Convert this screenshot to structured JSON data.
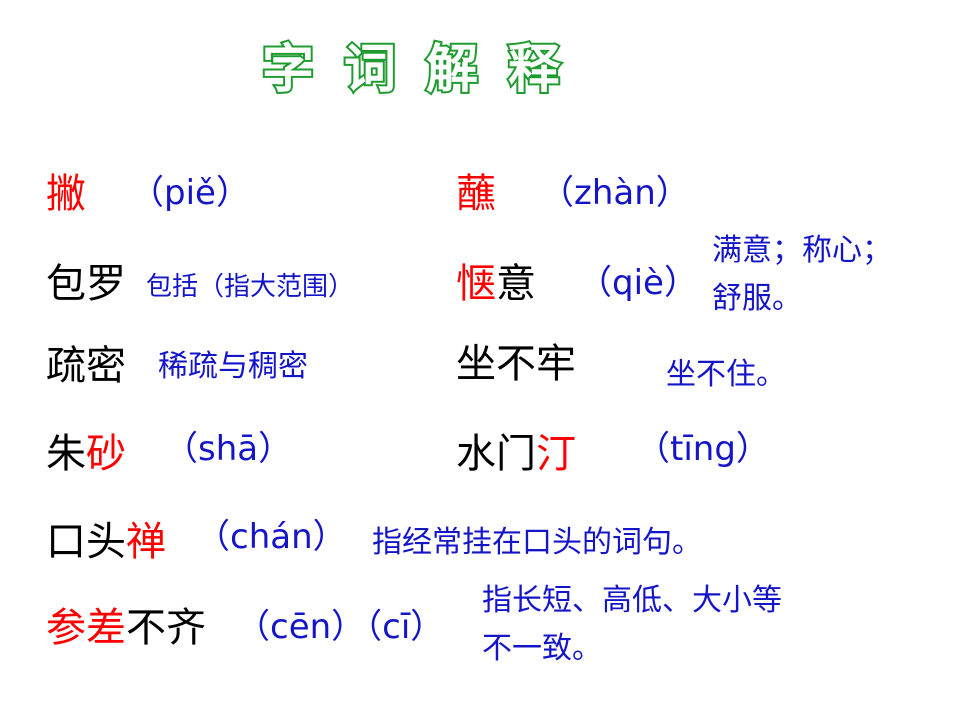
{
  "title": [
    "字",
    "词",
    "解",
    "释"
  ],
  "rows": {
    "pie": {
      "char": "撇",
      "pinyin": "（piě）"
    },
    "zhan": {
      "char": "蘸",
      "pinyin": "（zhàn）"
    },
    "baoluo": {
      "word": "包罗",
      "def": "包括（指大范围）"
    },
    "qieyi": {
      "char_red": "惬",
      "char_black": "意",
      "pinyin": "（qiè）",
      "def_line1": "满意；称心；",
      "def_line2": "舒服。"
    },
    "shumi": {
      "word": "疏密",
      "def": "稀疏与稠密"
    },
    "zuobulao": {
      "word": "坐不牢",
      "def": "坐不住。"
    },
    "zhusha": {
      "char_black": "朱",
      "char_red": "砂",
      "pinyin": "（shā）"
    },
    "shuimenting": {
      "char_black": "水门",
      "char_red": "汀",
      "pinyin": "（tīng）"
    },
    "koutouchan": {
      "char_black": "口头",
      "char_red": "禅",
      "pinyin": "（chán）",
      "def": "指经常挂在口头的词句。"
    },
    "cenci": {
      "char_red": "参差",
      "char_black": "不齐",
      "pinyin": "（cēn）（cī）",
      "def_line1": "指长短、高低、大小等",
      "def_line2": "不一致。"
    }
  }
}
